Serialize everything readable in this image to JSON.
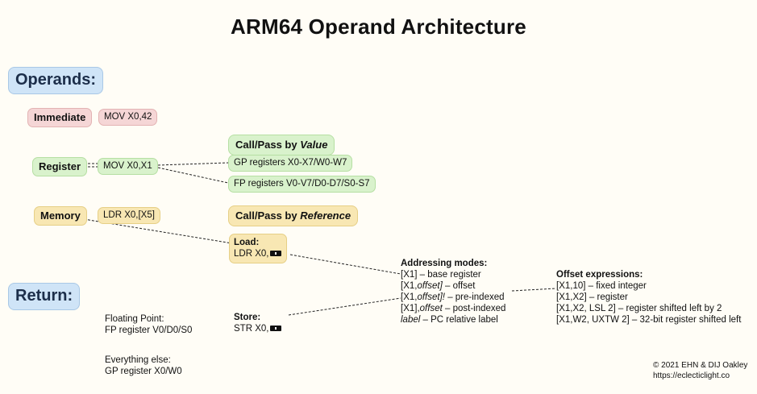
{
  "title": "ARM64 Operand Architecture",
  "sections": {
    "operands": "Operands:",
    "return": "Return:"
  },
  "operand_kinds": {
    "immediate": {
      "label": "Immediate",
      "example": "MOV X0,42"
    },
    "register": {
      "label": "Register",
      "example": "MOV X0,X1"
    },
    "memory": {
      "label": "Memory",
      "example": "LDR X0,[X5]"
    }
  },
  "by_value": {
    "title_prefix": "Call/Pass by ",
    "title_emph": "Value",
    "gp": "GP registers X0-X7/W0-W7",
    "fp": "FP registers V0-V7/D0-D7/S0-S7"
  },
  "by_reference": {
    "title_prefix": "Call/Pass by ",
    "title_emph": "Reference"
  },
  "load": {
    "label": "Load:",
    "instr": "LDR X0,"
  },
  "store": {
    "label": "Store:",
    "instr": "STR X0,"
  },
  "addressing": {
    "title": "Addressing modes:",
    "items": [
      {
        "a": "[X1]",
        "b": "",
        "c": " – base register"
      },
      {
        "a": "[X1,",
        "b": "offset]",
        "c": " – offset"
      },
      {
        "a": "[X1,",
        "b": "offset]!",
        "c": " – pre-indexed"
      },
      {
        "a": "[X1],",
        "b": "offset",
        "c": " – post-indexed"
      },
      {
        "a": "",
        "b": "label",
        "c": " – PC relative label"
      }
    ]
  },
  "offsets": {
    "title": "Offset expressions:",
    "items": [
      "[X1,10] – fixed integer",
      "[X1,X2] – register",
      "[X1,X2, LSL 2] – register shifted left by 2",
      "[X1,W2, UXTW 2] – 32-bit register shifted left"
    ]
  },
  "return_info": {
    "fp_label": "Floating Point:",
    "fp_value": "FP register V0/D0/S0",
    "else_label": "Everything else:",
    "else_value": "GP register X0/W0"
  },
  "credit": {
    "line1": "© 2021 EHN & DIJ Oakley",
    "line2": "https://eclecticlight.co"
  },
  "colors": {
    "section_bg": "#cfe4f7",
    "immediate_bg": "#f5d6d6",
    "register_bg": "#d9f2cc",
    "memory_bg": "#f8e7b3"
  }
}
